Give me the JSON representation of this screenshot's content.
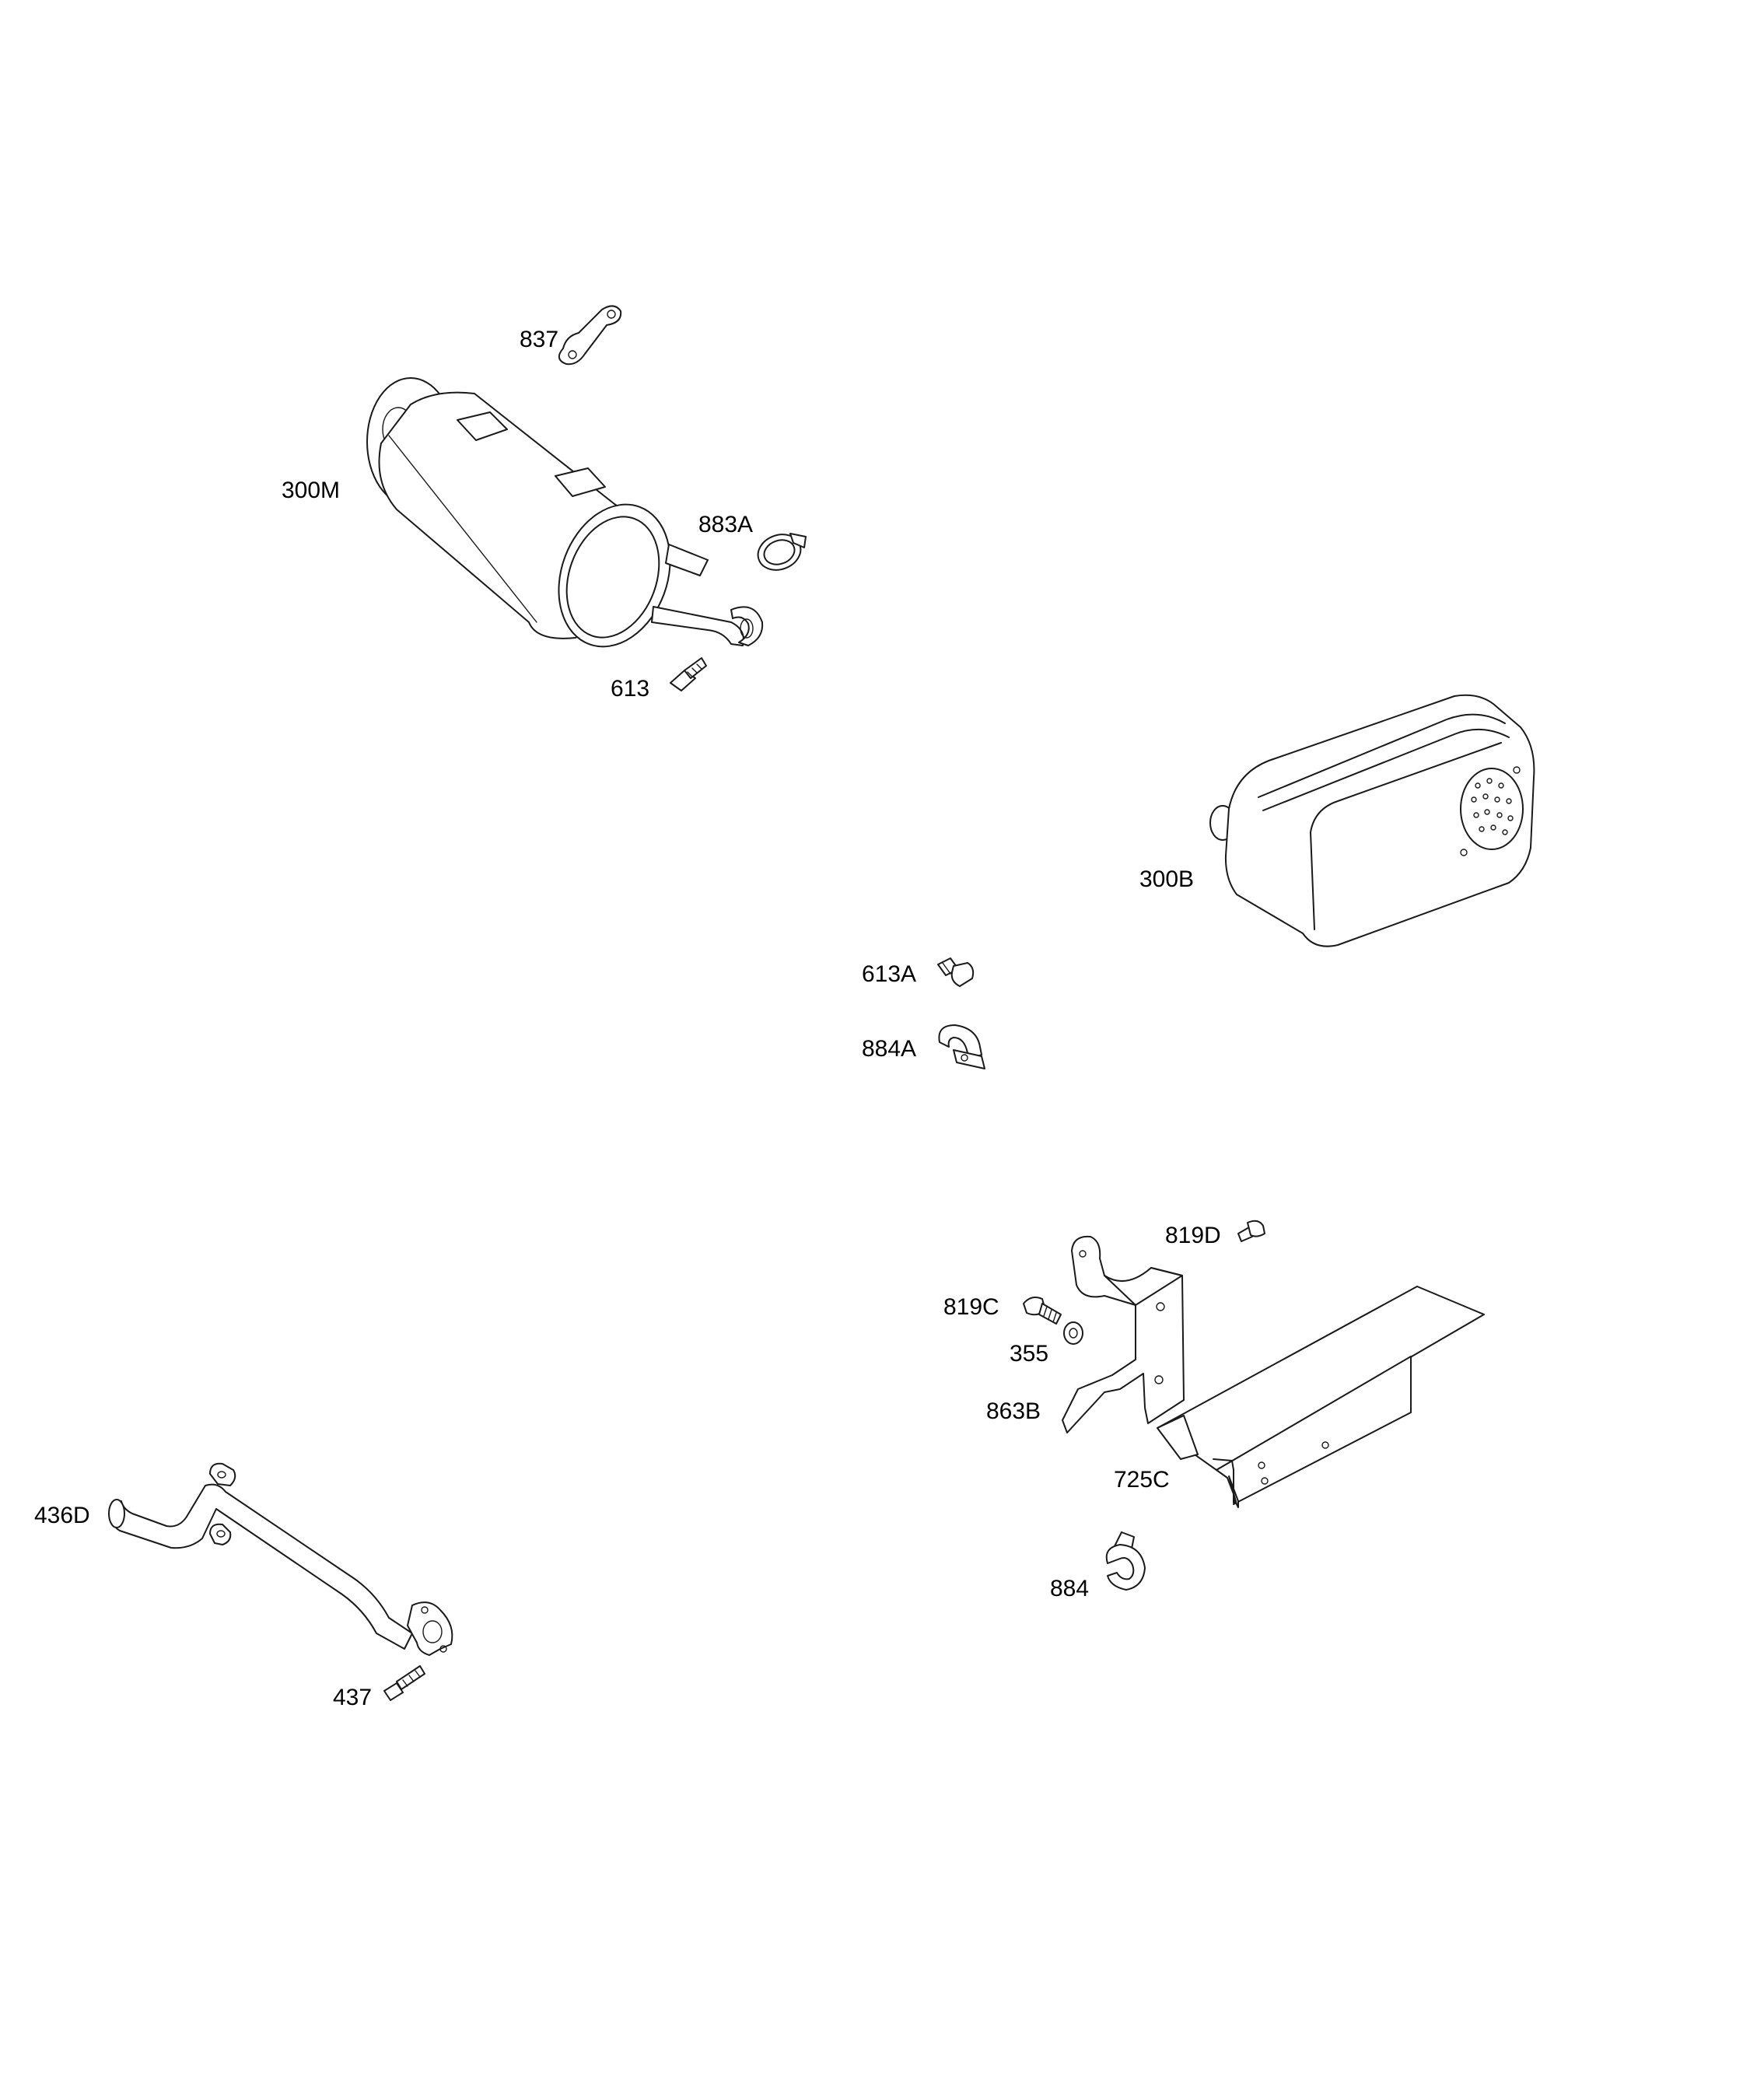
{
  "diagram": {
    "parts": [
      {
        "id": "p837",
        "label": "837",
        "name": "gasket"
      },
      {
        "id": "p300M",
        "label": "300M",
        "name": "muffler"
      },
      {
        "id": "p883A",
        "label": "883A",
        "name": "clamp-ring"
      },
      {
        "id": "p613",
        "label": "613",
        "name": "screw"
      },
      {
        "id": "p300B",
        "label": "300B",
        "name": "muffler"
      },
      {
        "id": "p613A",
        "label": "613A",
        "name": "screw"
      },
      {
        "id": "p884A",
        "label": "884A",
        "name": "clamp"
      },
      {
        "id": "p819D",
        "label": "819D",
        "name": "screw"
      },
      {
        "id": "p819C",
        "label": "819C",
        "name": "screw"
      },
      {
        "id": "p355",
        "label": "355",
        "name": "washer"
      },
      {
        "id": "p863B",
        "label": "863B",
        "name": "bracket"
      },
      {
        "id": "p725C",
        "label": "725C",
        "name": "heat-shield"
      },
      {
        "id": "p884",
        "label": "884",
        "name": "clamp"
      },
      {
        "id": "p436D",
        "label": "436D",
        "name": "exhaust-pipe"
      },
      {
        "id": "p437",
        "label": "437",
        "name": "screw"
      }
    ]
  }
}
